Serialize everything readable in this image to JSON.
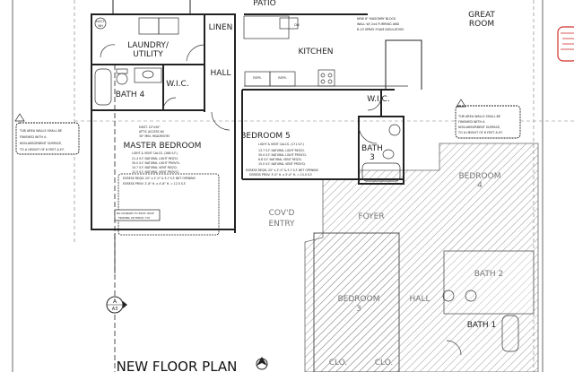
{
  "title": "NEW FLOOR PLAN",
  "rooms": {
    "patio": "PATIO",
    "great_room": [
      "GREAT",
      "ROOM"
    ],
    "linen": "LINEN",
    "laundry": [
      "LAUNDRY/",
      "UTILITY"
    ],
    "hall_upper": "HALL",
    "kitchen": "KITCHEN",
    "wic_master": "W.I.C.",
    "bath4": "BATH 4",
    "master_bedroom": "MASTER BEDROOM",
    "bedroom5": "BEDROOM 5",
    "wic_bed5": "W.I.C.",
    "bath3": [
      "BATH",
      "3"
    ],
    "bedroom4": [
      "BEDROOM",
      "4"
    ],
    "covd_entry": [
      "COV'D",
      "ENTRY"
    ],
    "foyer": "FOYER",
    "bedroom3": [
      "BEDROOM",
      "3"
    ],
    "hall_lower": "HALL",
    "bath2": "BATH 2",
    "bath1": "BATH 1",
    "clo1": "CLO.",
    "clo2": "CLO."
  },
  "appliances": {
    "elect_wh": [
      "ELECT.",
      "WH"
    ],
    "refr1": "REFR.",
    "refr2": "REFR.",
    "dw": "DW"
  },
  "notes": {
    "tub_left": [
      "TUB AREA WALLS SHALL BE",
      "FINISHED WITH A",
      "NON-ABSORBENT SURFACE,",
      "TO A HEIGHT OF 6 FEET A.F.F."
    ],
    "tub_right": [
      "TUB AREA WALLS SHALL BE",
      "FINISHED WITH A",
      "NON-ABSORBENT SURFACE,",
      "TO A HEIGHT OF 6 FEET A.F.F."
    ],
    "masonry": [
      "NEW 8\" MASONRY BLOCK",
      "WALL W/ 2x4 FURRING AND",
      "R-19 SPRAY FOAM INSULATION"
    ],
    "attic": [
      "EXIST. 22\"x30\"",
      "ATTIC ACCESS W/",
      "30\" MIN. HEADROOM"
    ],
    "master_calcs": [
      "LIGHT & VENT CALCS. (268 S.F.)",
      "21.4 S.F. NATURAL LIGHT REQ'D.",
      "30.0 S.F. NATURAL LIGHT PROV'D.",
      "10.7 S.F. NATURAL VENT REQ'D.",
      "12.5 S.F. NATURAL VENT PROV'D."
    ],
    "master_egress": [
      "EGRESS REQD: 20\" x 2'-0\" & 5.7 S.F. NET OPENING",
      "EGRESS PROV: 2'-8\" H. x 4'-8\" H. = 12.5 S.F."
    ],
    "bed5_calcs": [
      "LIGHT & VENT CALCS. (171 S.F.)",
      "13.7 S.F. NATURAL LIGHT REQ'D.",
      "30.0 S.F. NATURAL LIGHT PROV'D.",
      "6.8 S.F. NATURAL VENT REQ'D.",
      "15.0 S.F. NATURAL VENT PROV'D."
    ],
    "bed5_egress": [
      "EGRESS REQD: 20\" x 2'-0\" & 5.7 S.F. NET OPENING",
      "EGRESS PROV: 3'-0\" H. x 5'-0\" H. = 15.0 S.F."
    ],
    "no_changes": [
      "NO CHANGES TO EXIST. ROOF",
      "FRAMING OR FINISH, TYP."
    ]
  },
  "section_marker": {
    "top": "A",
    "bottom": "A3"
  },
  "colors": {
    "line": "#222222",
    "hatch": "#888888",
    "stamp": "#d0302a"
  }
}
